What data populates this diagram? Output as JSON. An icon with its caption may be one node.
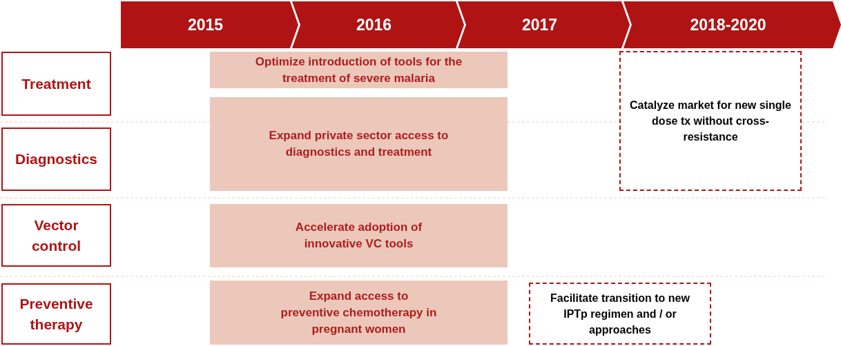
{
  "diagram": {
    "nodes": [
      {
        "text": [
          "2015"
        ]
      },
      {
        "text": [
          "2016"
        ]
      },
      {
        "text": [
          "2017"
        ]
      },
      {
        "text": [
          "2018-2020"
        ]
      },
      {
        "text": [
          "Treatment"
        ]
      },
      {
        "text": [
          "Diagnostics"
        ]
      },
      {
        "text": [
          "Vector control"
        ]
      },
      {
        "text": [
          "Preventive therapy"
        ]
      },
      {
        "text": [
          "Optimize introduction of tools for the treatment of severe malaria"
        ]
      },
      {
        "text": [
          "Expand private sector access to diagnostics and treatment"
        ]
      },
      {
        "text": [
          "Catalyze market for new single dose tx  without cross-resistance"
        ]
      },
      {
        "text": [
          "Accelerate adoption of innovative VC tools"
        ]
      },
      {
        "text": [
          "Expand access to preventive chemotherapy in pregnant women"
        ]
      },
      {
        "text": [
          "Facilitate transition to new IPTp regimen and / or approaches"
        ]
      }
    ]
  }
}
